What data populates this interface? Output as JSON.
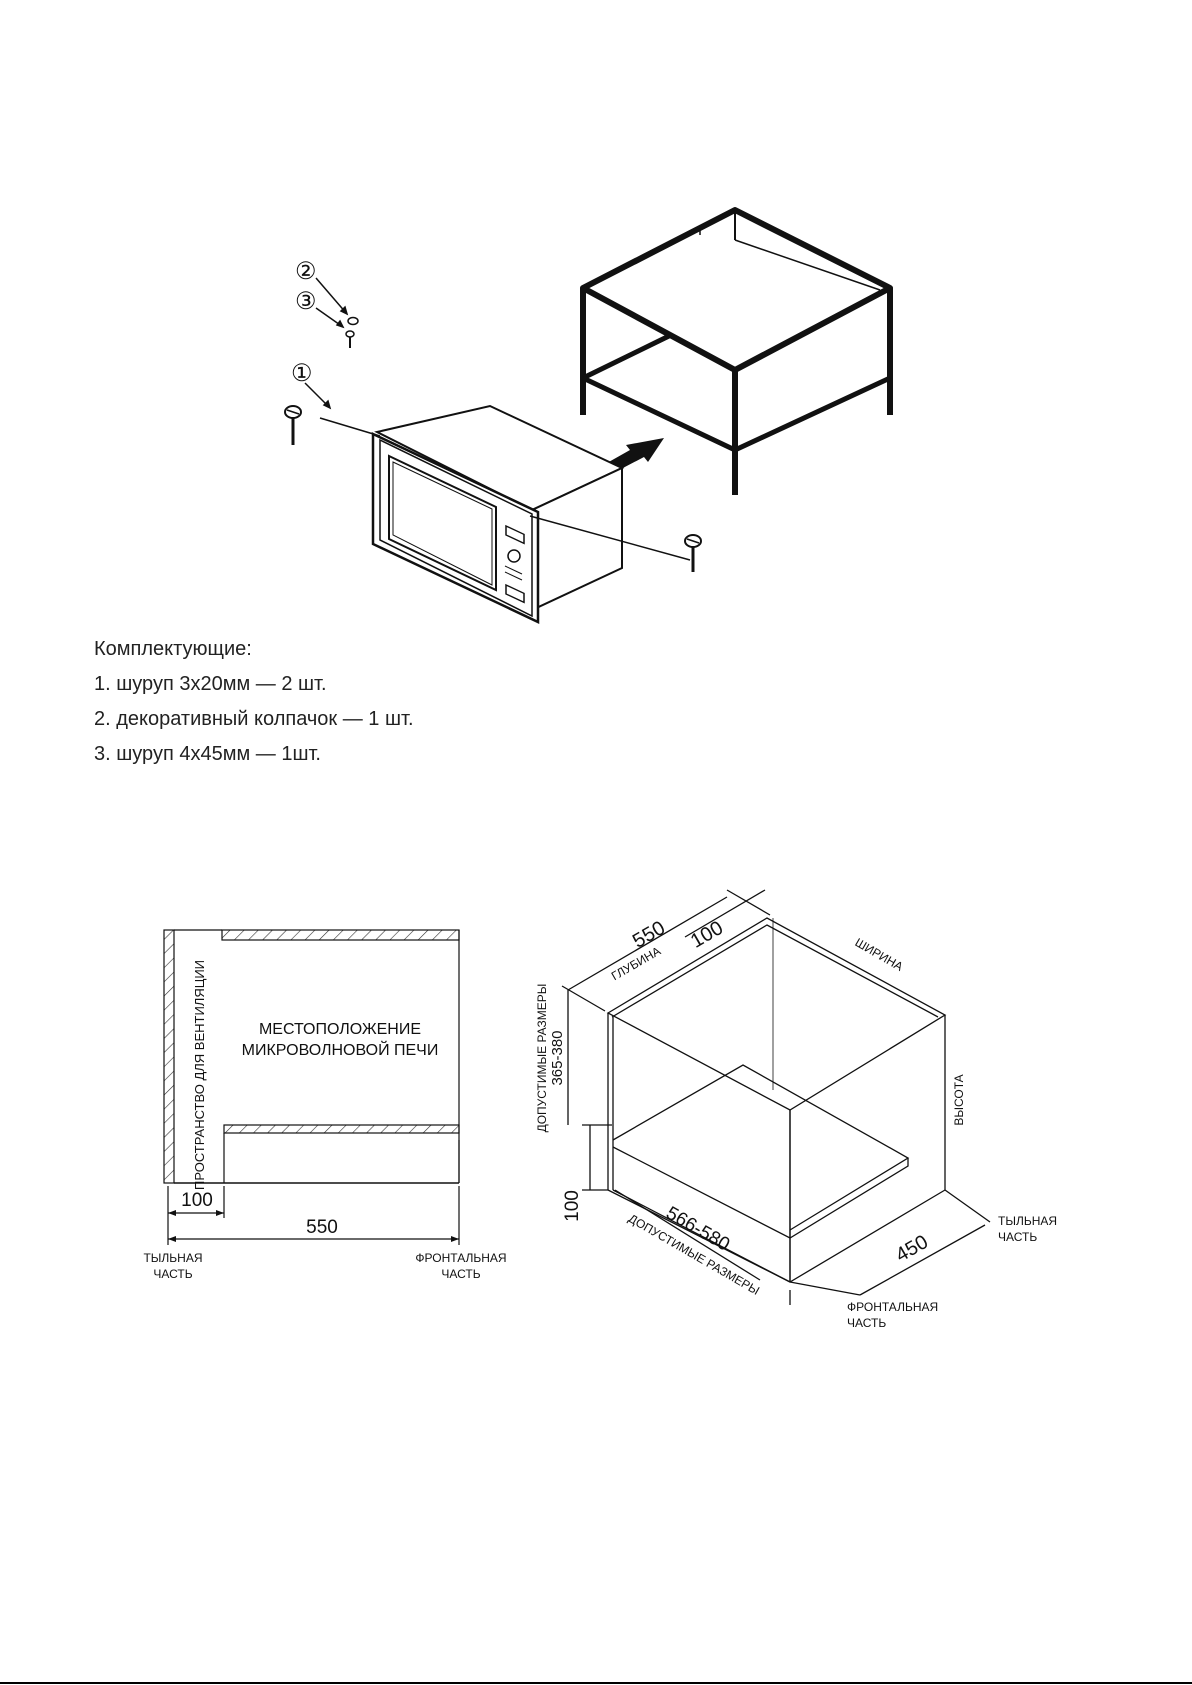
{
  "assembly": {
    "callouts": [
      "①",
      "②",
      "③"
    ]
  },
  "parts": {
    "heading": "Комплектующие:",
    "items": [
      "1. шуруп 3х20мм — 2 шт.",
      "2. декоративный колпачок — 1 шт.",
      "3. шуруп 4х45мм — 1шт."
    ]
  },
  "side_view": {
    "vent_label": "ПРОСТРАНСТВО ДЛЯ ВЕНТИЛЯЦИИ",
    "placement_line1": "МЕСТОПОЛОЖЕНИЕ",
    "placement_line2": "МИКРОВОЛНОВОЙ ПЕЧИ",
    "dim_100": "100",
    "dim_550": "550",
    "back_line1": "ТЫЛЬНАЯ",
    "back_line2": "ЧАСТЬ",
    "front_line1": "ФРОНТАЛЬНАЯ",
    "front_line2": "ЧАСТЬ"
  },
  "iso_view": {
    "dim_550": "550",
    "dim_100_top": "100",
    "depth_label": "ГЛУБИНА",
    "width_label": "ШИРИНА",
    "height_label": "ВЫСОТА",
    "allowed_label": "ДОПУСТИМЫЕ РАЗМЕРЫ",
    "dim_365_380": "365-380",
    "dim_100_left": "100",
    "dim_566_580": "566-580",
    "allowed_label_bottom": "ДОПУСТИМЫЕ РАЗМЕРЫ",
    "dim_450": "450",
    "back_line1": "ТЫЛЬНАЯ",
    "back_line2": "ЧАСТЬ",
    "front_line1": "ФРОНТАЛЬНАЯ",
    "front_line2": "ЧАСТЬ"
  }
}
